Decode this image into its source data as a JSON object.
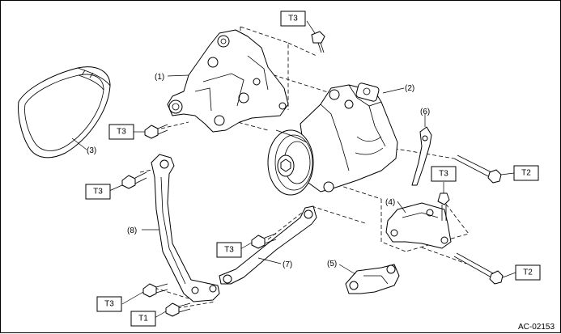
{
  "callouts": {
    "p1": "(1)",
    "p2": "(2)",
    "p3": "(3)",
    "p4": "(4)",
    "p5": "(5)",
    "p6": "(6)",
    "p7": "(7)",
    "p8": "(8)"
  },
  "torque_tags": {
    "t3_top": "T3",
    "t3_left": "T3",
    "t3_stay": "T3",
    "t3_right": "T3",
    "t3_lower": "T3",
    "t3_bottom": "T3",
    "t2_upper": "T2",
    "t2_lower": "T2",
    "t1": "T1"
  },
  "figure_id": "AC-02153"
}
